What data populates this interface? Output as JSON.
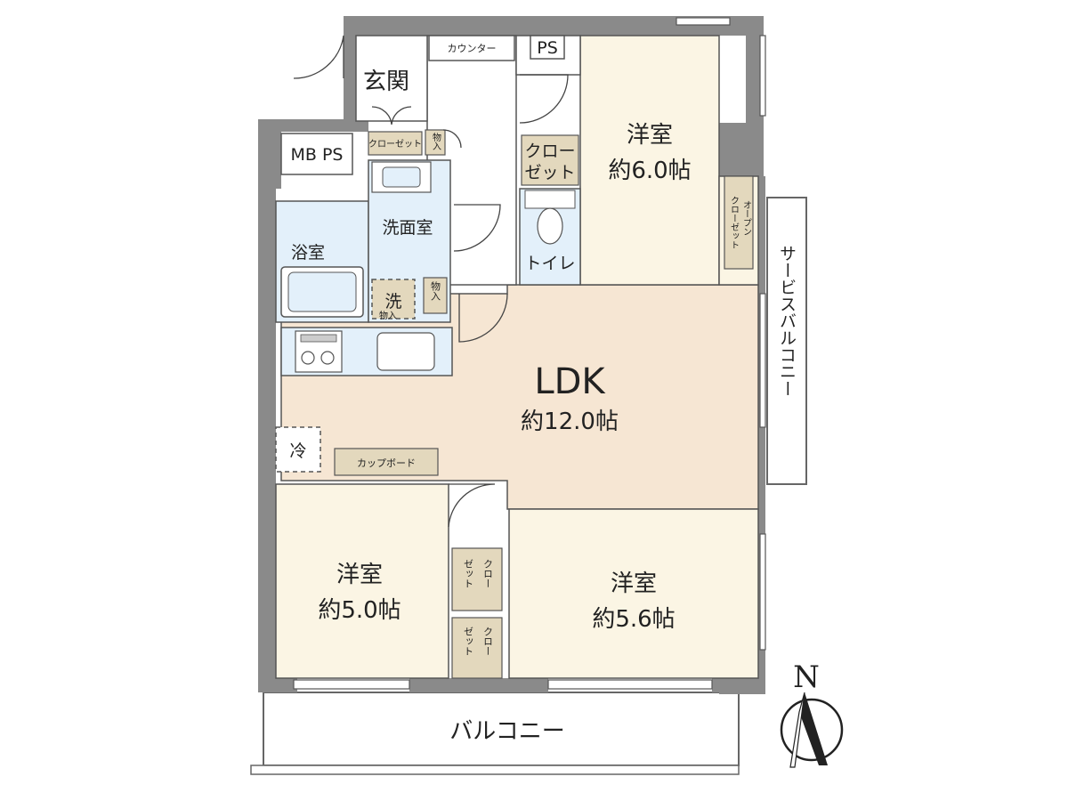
{
  "rooms": {
    "ldk": {
      "name": "LDK",
      "size": "約12.0帖"
    },
    "western_ne": {
      "name": "洋室",
      "size": "約6.0帖"
    },
    "western_sw": {
      "name": "洋室",
      "size": "約5.0帖"
    },
    "western_se": {
      "name": "洋室",
      "size": "約5.6帖"
    },
    "entrance": "玄関",
    "bath": "浴室",
    "washroom": "洗面室",
    "toilet": "トイレ"
  },
  "labels": {
    "counter": "カウンター",
    "ps": "PS",
    "mb_ps": "MB PS",
    "closet_small": "クローゼット",
    "storage": "物入",
    "closet_two_line": [
      "クロー",
      "ゼット"
    ],
    "open_closet": [
      "オープン",
      "クローゼット"
    ],
    "washer": "洗",
    "fridge": "冷",
    "cupboard": "カップボード",
    "service_balcony": "サービスバルコニー",
    "balcony": "バルコニー",
    "north": "N"
  },
  "colors": {
    "wall": "#8a8a8a",
    "ldk_floor": "#f6e6d3",
    "room_floor": "#fbf5e4",
    "wet_floor": "#e3f0fa",
    "closet": "#e3d8bd",
    "line": "#555555"
  }
}
